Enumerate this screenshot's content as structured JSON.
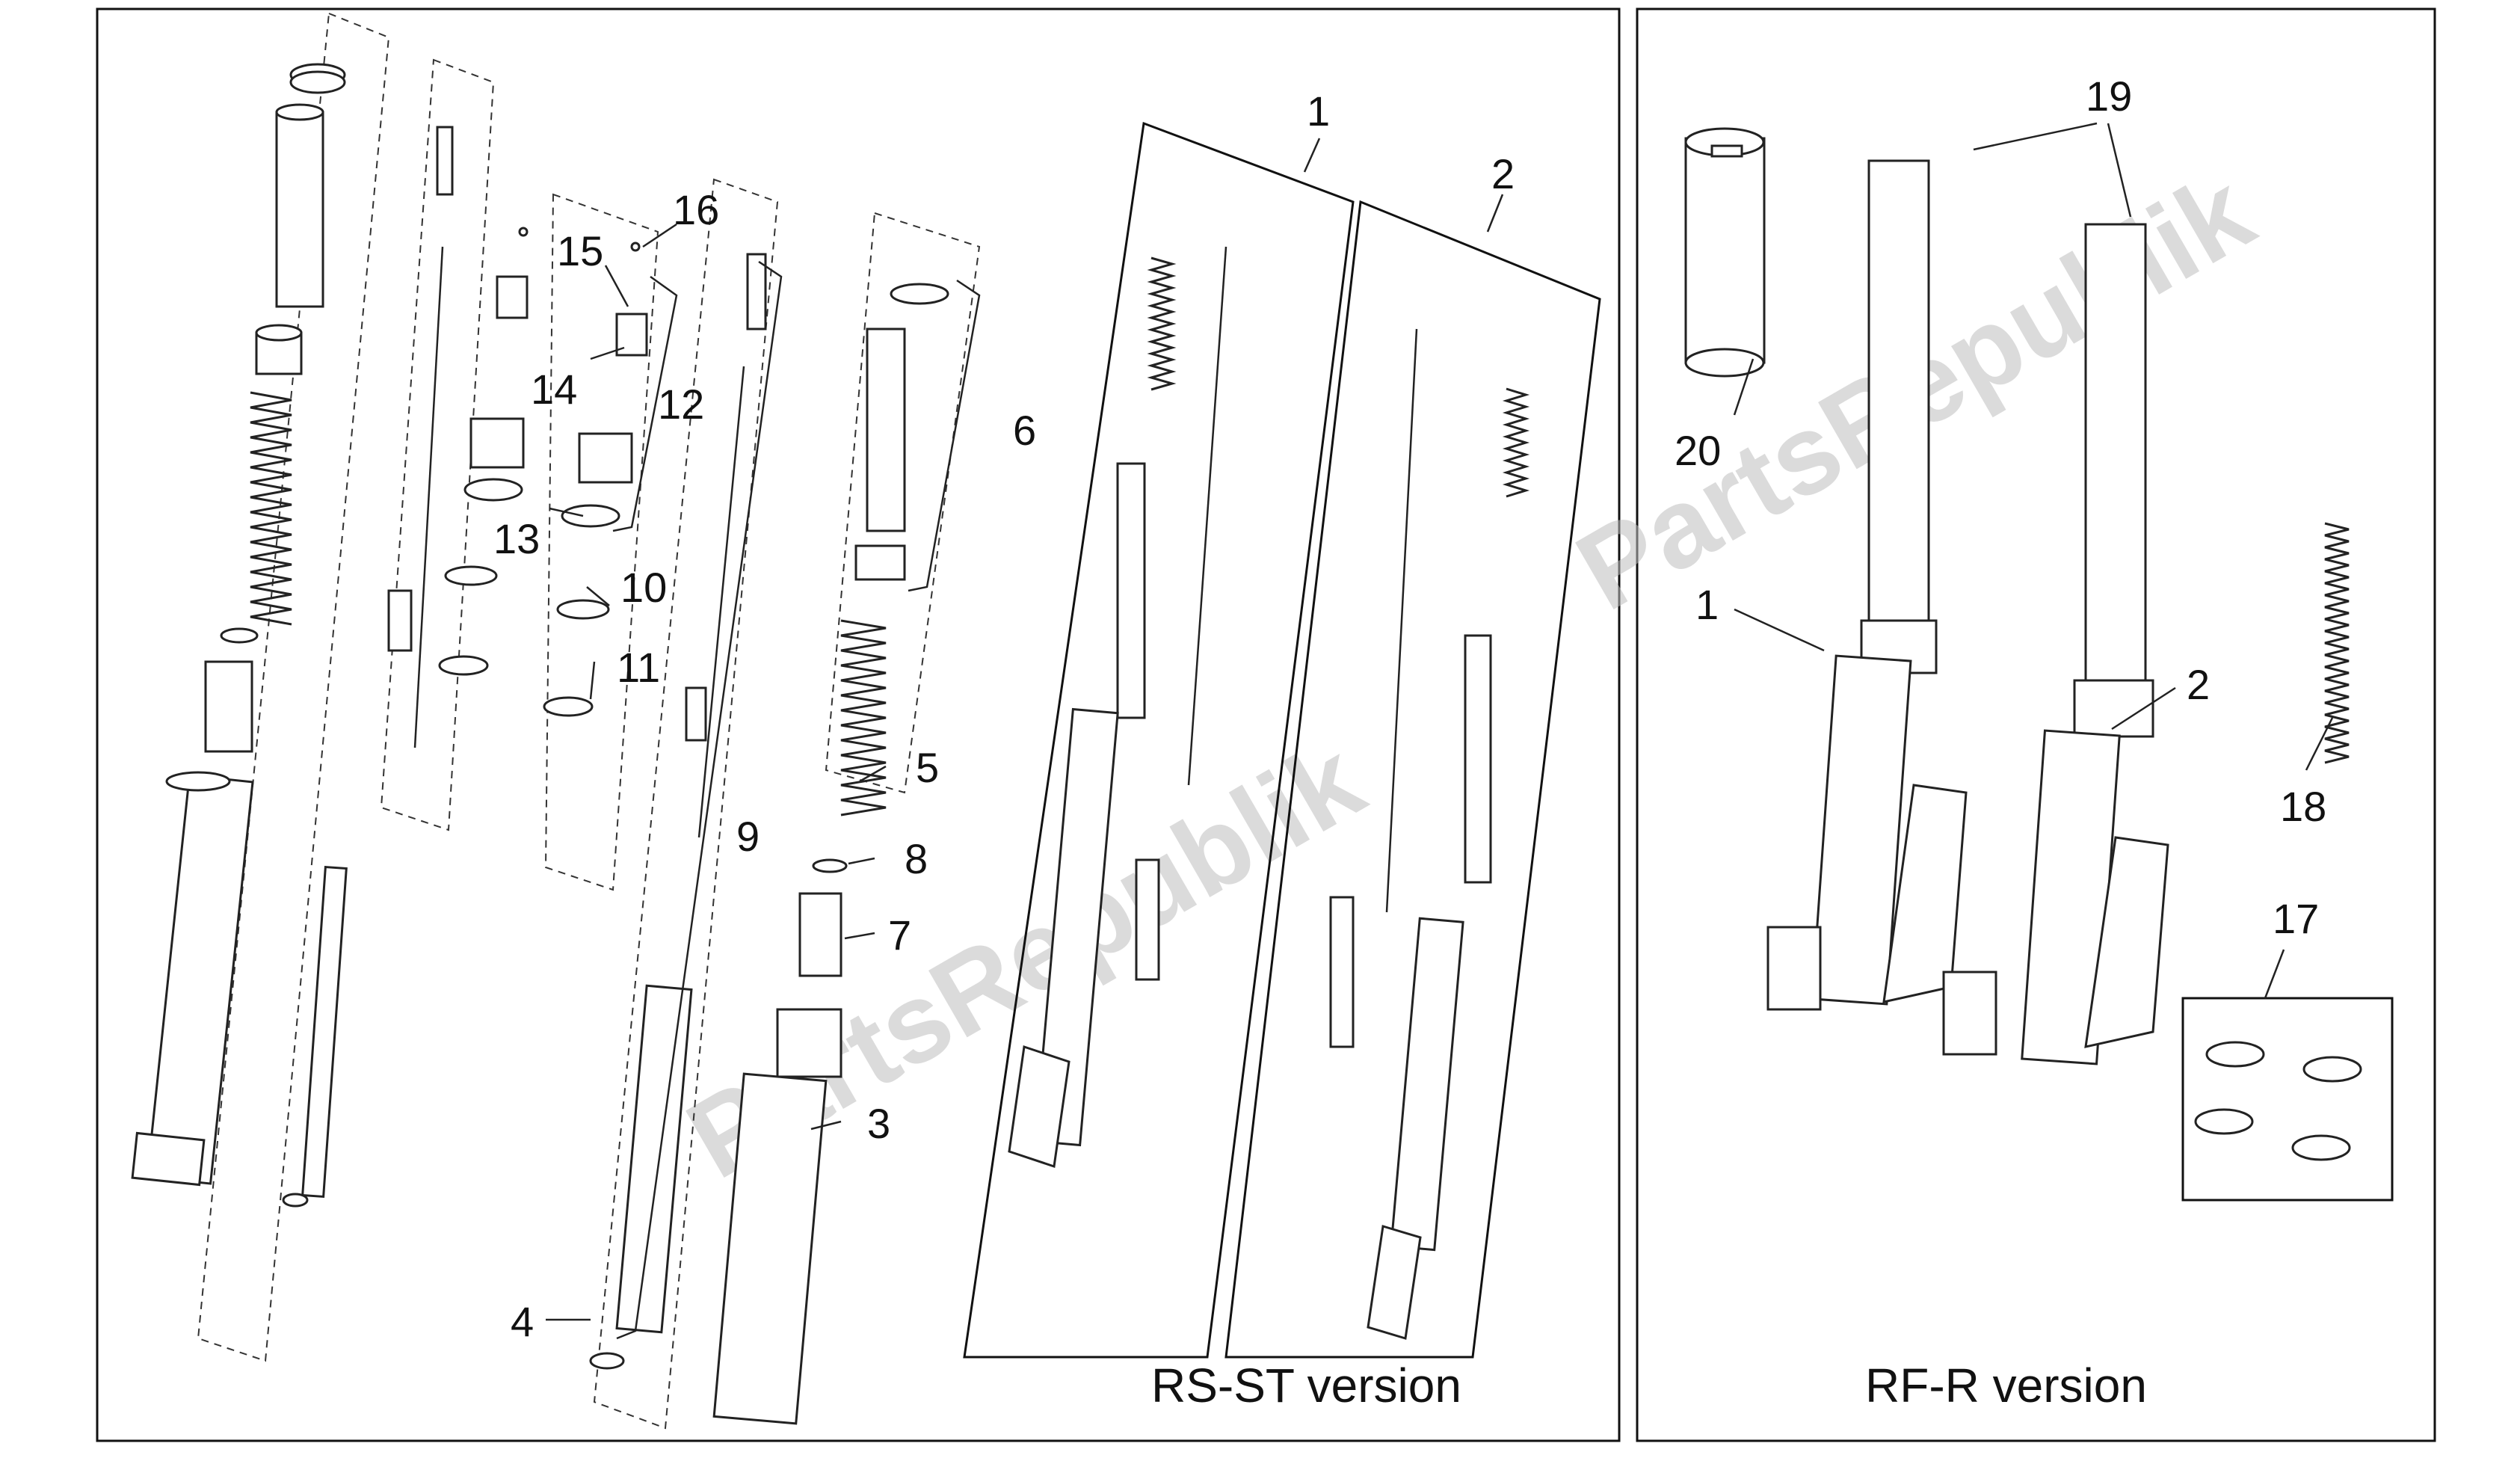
{
  "panels": {
    "left_caption": "RS-ST version",
    "right_caption": "RF-R version"
  },
  "watermark": "PartsRepublik",
  "callouts": {
    "c1": "1",
    "c2": "2",
    "c3": "3",
    "c4": "4",
    "c5": "5",
    "c6": "6",
    "c7": "7",
    "c8": "8",
    "c9": "9",
    "c10": "10",
    "c11": "11",
    "c12": "12",
    "c13": "13",
    "c14": "14",
    "c15": "15",
    "c16": "16",
    "r1": "1",
    "r2": "2",
    "r17": "17",
    "r18": "18",
    "r19": "19",
    "r20": "20"
  },
  "colors": {
    "line": "#222222",
    "watermark": "#bdbdbd",
    "background": "#ffffff"
  }
}
